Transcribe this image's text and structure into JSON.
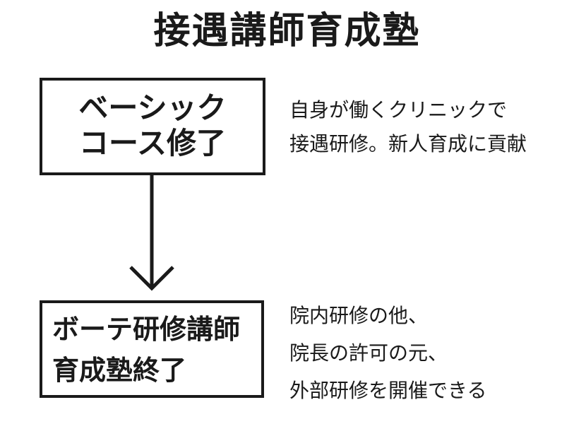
{
  "title": "接遇講師育成塾",
  "steps": [
    {
      "box_lines": [
        "ベーシック",
        "コース修了"
      ],
      "note_lines": [
        "自身が働くクリニックで",
        "接遇研修。新人育成に貢献"
      ]
    },
    {
      "box_lines": [
        "ボーテ研修講師",
        "育成塾終了"
      ],
      "note_lines": [
        "院内研修の他、",
        "院長の許可の元、",
        "外部研修を開催できる"
      ]
    }
  ],
  "colors": {
    "ink": "#1a1a1a",
    "background": "#ffffff"
  },
  "icons": {
    "flow_arrow": "arrow-down-icon"
  }
}
